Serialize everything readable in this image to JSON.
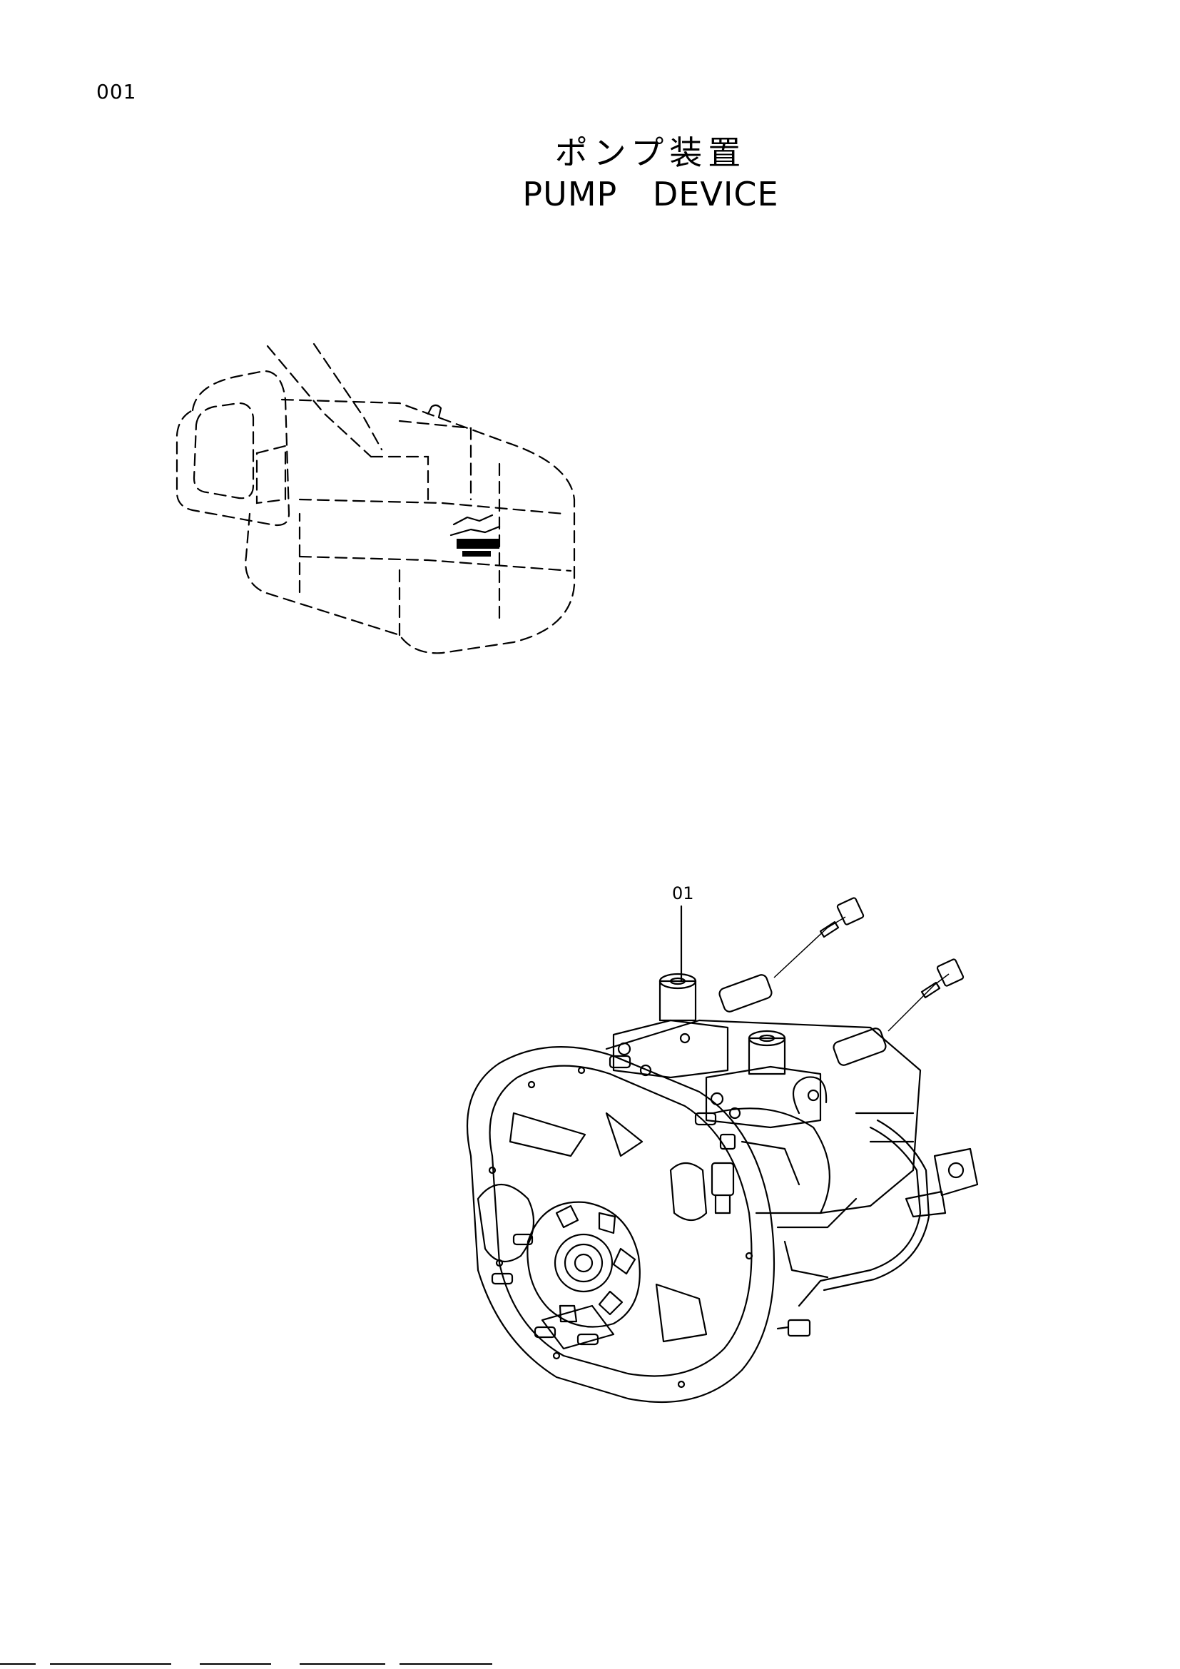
{
  "page": {
    "number": "001",
    "title_jp": "ポンプ装置",
    "title_en": "PUMP   DEVICE"
  },
  "diagram": {
    "locator_view": "excavator-location-view",
    "parts": [
      {
        "callout": "01"
      }
    ]
  }
}
